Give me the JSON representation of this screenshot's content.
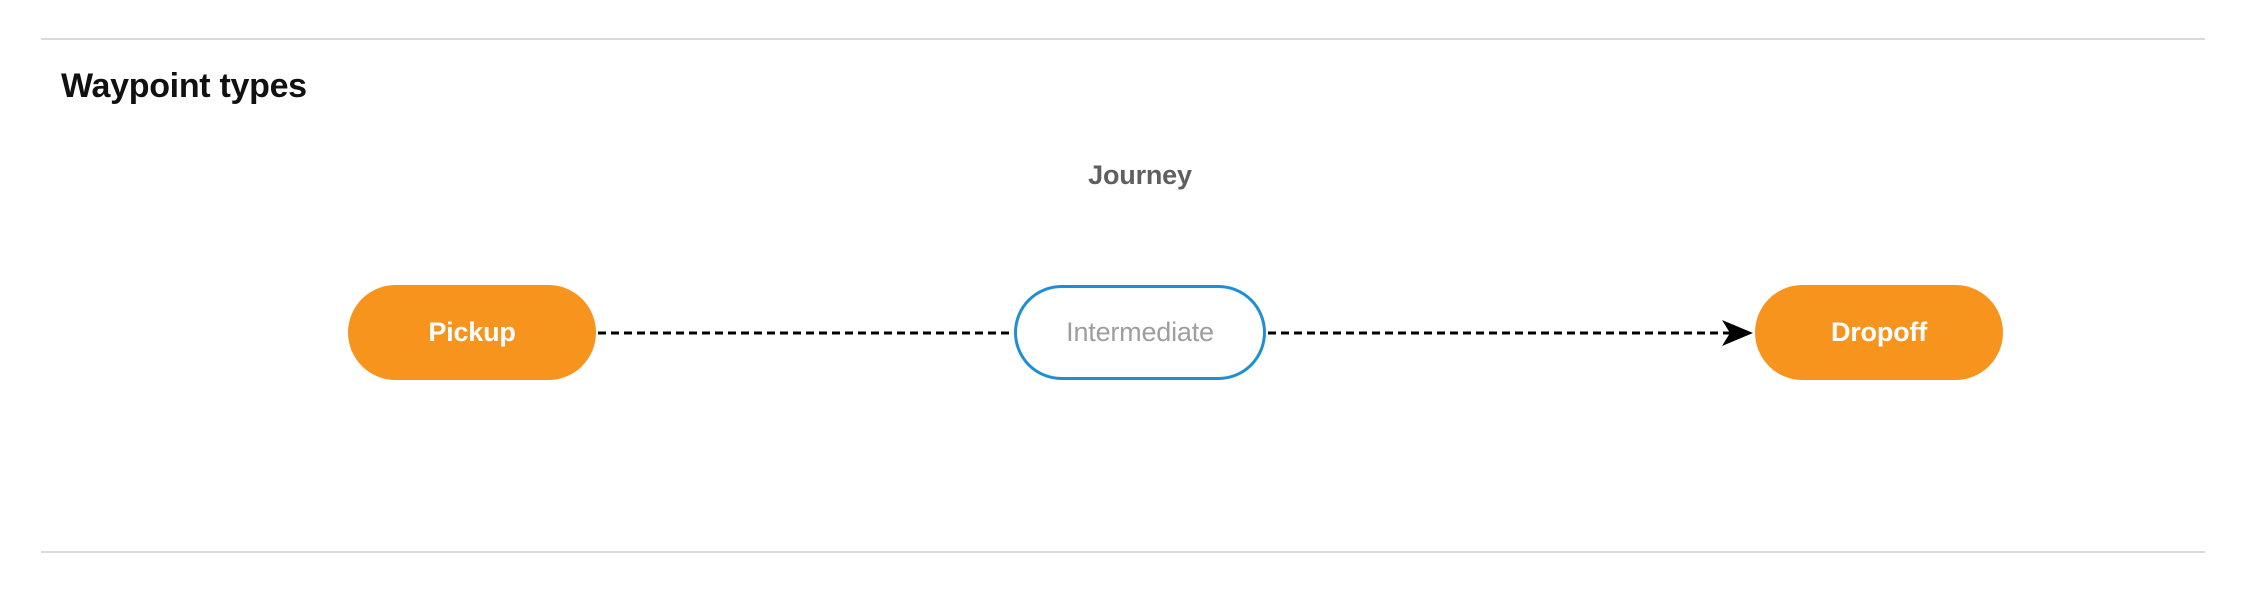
{
  "page": {
    "title": "Waypoint types",
    "background_color": "#ffffff"
  },
  "dividers": {
    "color": "#dadada",
    "top_label": "section-divider-top",
    "bottom_label": "section-divider-bottom"
  },
  "diagram": {
    "caption": "Journey",
    "caption_color": "#5f5f5f",
    "type": "flow",
    "colors": {
      "terminal_fill": "#f7941d",
      "terminal_text": "#ffffff",
      "intermediate_fill": "#ffffff",
      "intermediate_border": "#1e8fd5",
      "intermediate_text": "#9e9e9e",
      "connector": "#000000"
    },
    "nodes": [
      {
        "id": "pickup",
        "label": "Pickup",
        "kind": "terminal"
      },
      {
        "id": "intermediate",
        "label": "Intermediate",
        "kind": "intermediate"
      },
      {
        "id": "dropoff",
        "label": "Dropoff",
        "kind": "terminal"
      }
    ],
    "connectors": [
      {
        "from": "pickup",
        "to": "intermediate",
        "style": "dashed",
        "arrow": false
      },
      {
        "from": "intermediate",
        "to": "dropoff",
        "style": "dashed",
        "arrow": true
      }
    ]
  }
}
